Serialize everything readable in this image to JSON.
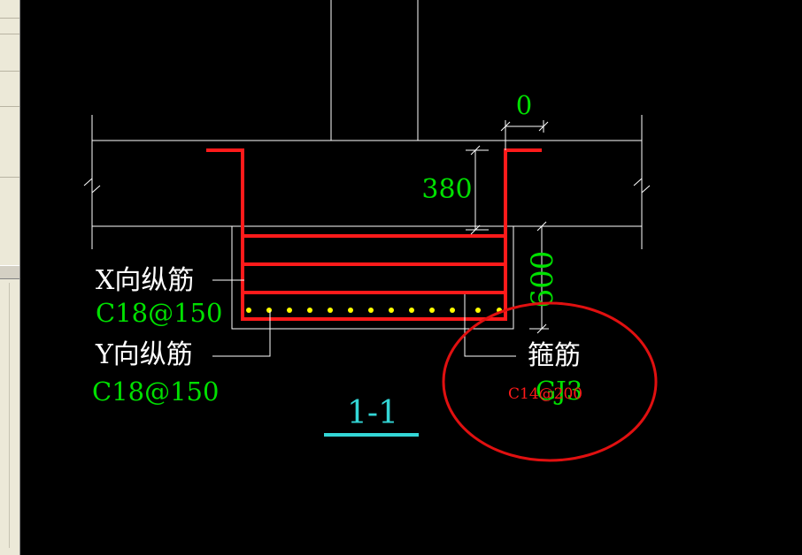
{
  "section_title": "1-1",
  "dimensions": {
    "top_offset": "0",
    "slab_depth": "380",
    "beam_depth": "600"
  },
  "labels": {
    "x_bar_name": "X向纵筋",
    "x_bar_spec": "C18@150",
    "y_bar_name": "Y向纵筋",
    "y_bar_spec": "C18@150",
    "stirrup_name": "箍筋",
    "stirrup_code": "GJ3",
    "stirrup_spec": "C14@200"
  },
  "colors": {
    "background": "#000000",
    "linework": "#ffffff",
    "rebar": "#ff1a1a",
    "dimension_text": "#00e000",
    "label_text": "#ffffff",
    "title": "#33d6d6",
    "bar_dots": "#ffff00",
    "highlight_circle": "#e01010"
  }
}
